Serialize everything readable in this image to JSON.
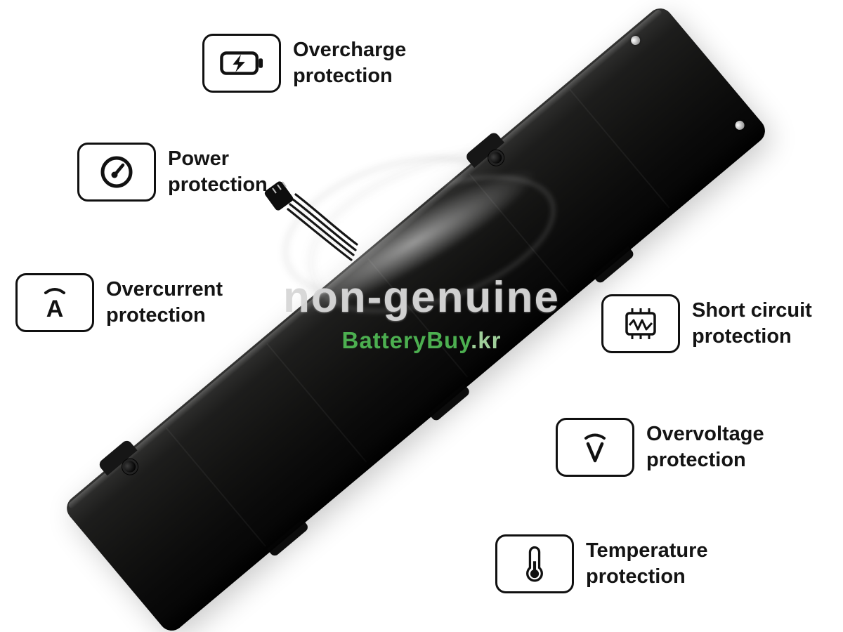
{
  "watermark": {
    "line1": "non-genuine",
    "brand": "BatteryBuy",
    "tld": ".kr"
  },
  "features": [
    {
      "name": "overcharge-protection",
      "icon": "battery-bolt-icon",
      "line1": "Overcharge",
      "line2": "protection"
    },
    {
      "name": "power-protection",
      "icon": "power-gauge-icon",
      "line1": "Power",
      "line2": "protection"
    },
    {
      "name": "overcurrent-protection",
      "icon": "ampere-icon",
      "line1": "Overcurrent",
      "line2": "protection"
    },
    {
      "name": "short-circuit-protection",
      "icon": "circuit-chip-icon",
      "line1": "Short circuit",
      "line2": "protection"
    },
    {
      "name": "overvoltage-protection",
      "icon": "voltage-icon",
      "line1": "Overvoltage",
      "line2": "protection"
    },
    {
      "name": "temperature-protection",
      "icon": "thermometer-icon",
      "line1": "Temperature",
      "line2": "protection"
    }
  ],
  "colors": {
    "background": "#ffffff",
    "battery_body": "#111110",
    "callout_border": "#101010",
    "label_text": "#141414",
    "watermark_gray": "#d6d6d6",
    "brand_green": "#4caf50",
    "brand_green_light": "#9fcf9a"
  }
}
